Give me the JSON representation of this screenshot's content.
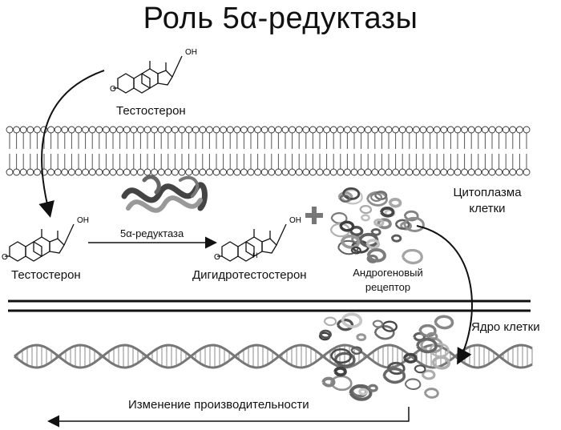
{
  "title": "Роль 5α-редуктазы",
  "labels": {
    "testosterone_top": "Тестостерон",
    "testosterone_left": "Тестостерон",
    "enzyme": "5α-редуктаза",
    "dht": "Дигидротестостерон",
    "receptor_line1": "Андрогеновый",
    "receptor_line2": "рецептор",
    "cytoplasm_line1": "Цитоплазма",
    "cytoplasm_line2": "клетки",
    "nucleus": "Ядро клетки",
    "productivity": "Изменение производительности"
  },
  "molecule_labels": {
    "oh": "OH",
    "o": "O",
    "h": "H"
  },
  "colors": {
    "ink": "#111111",
    "membrane_fill": "#ffffff",
    "membrane_stroke": "#333333",
    "protein": "#555555",
    "dna": "#777777"
  }
}
